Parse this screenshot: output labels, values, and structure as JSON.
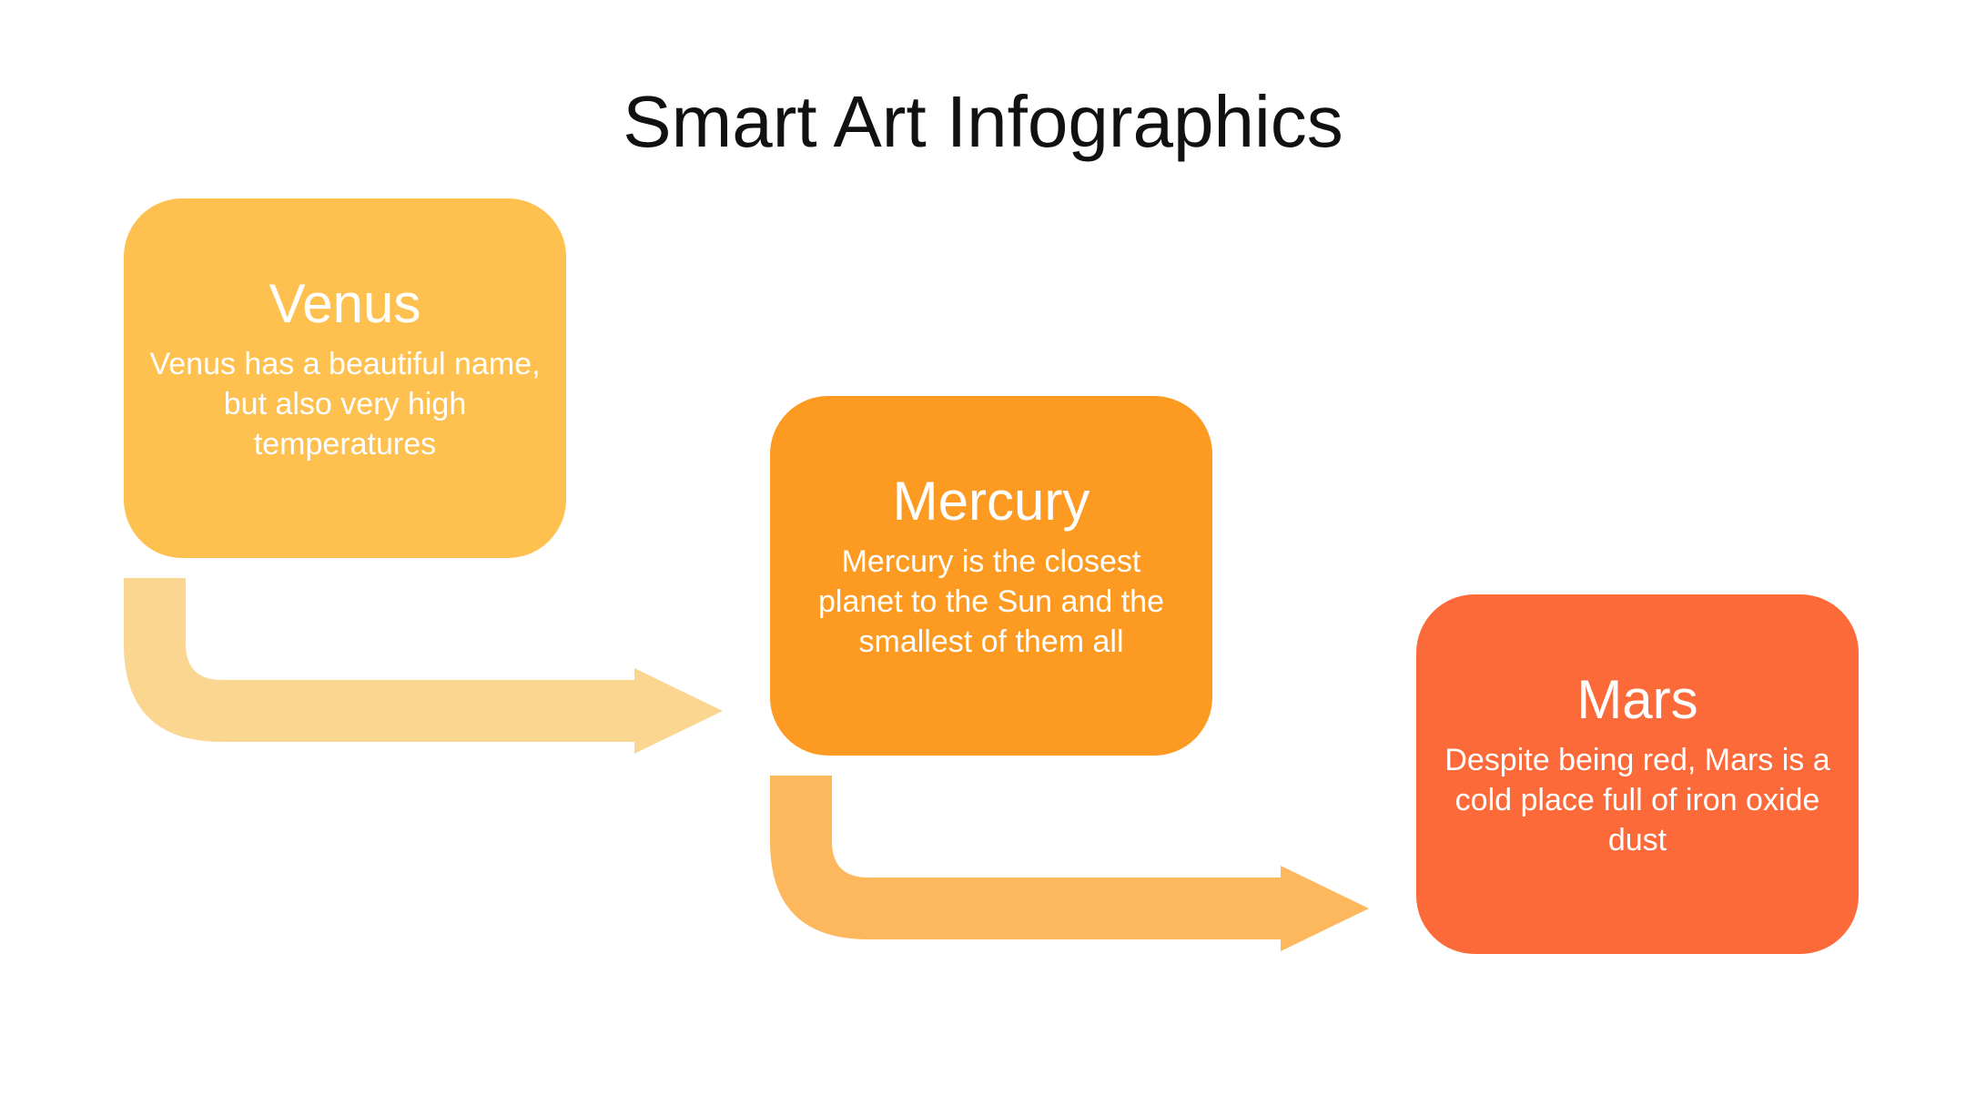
{
  "title": "Smart Art Infographics",
  "steps": [
    {
      "name": "Venus",
      "text": "Venus has a beautiful name, but also very high temperatures",
      "color": "#FEC04F"
    },
    {
      "name": "Mercury",
      "text": "Mercury is the closest planet to the Sun and the smallest of them all",
      "color": "#FD9A22"
    },
    {
      "name": "Mars",
      "text": "Despite being red, Mars is a cold place full of iron oxide dust",
      "color": "#FC6A3A"
    }
  ],
  "connectors": [
    {
      "from": "Venus",
      "to": "Mercury",
      "color": "#FBD691"
    },
    {
      "from": "Mercury",
      "to": "Mars",
      "color": "#FDB75C"
    }
  ]
}
